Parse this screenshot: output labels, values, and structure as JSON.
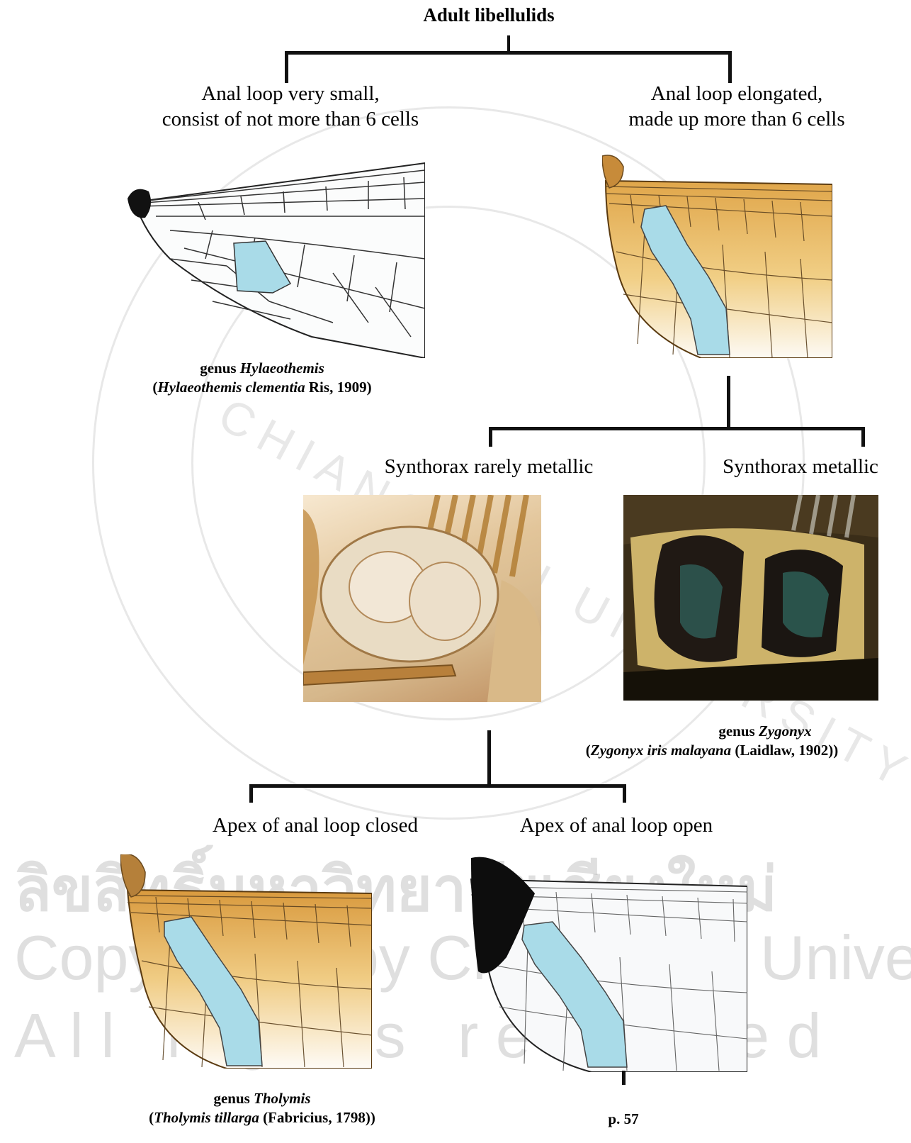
{
  "title": "Adult libellulids",
  "branch1": {
    "left": [
      "Anal loop very small,",
      "consist of not more than 6 cells"
    ],
    "right": [
      "Anal loop elongated,",
      "made up more than 6 cells"
    ]
  },
  "branch2": {
    "left": "Synthorax rarely metallic",
    "right": "Synthorax metallic"
  },
  "branch3": {
    "left": "Apex of anal loop closed",
    "right": "Apex of anal loop open"
  },
  "captions": {
    "hylaeothemis": {
      "line1_prefix": "genus ",
      "line1_genus": "Hylaeothemis",
      "line2_open": "(",
      "line2_species": "Hylaeothemis clementia",
      "line2_author": " Ris, 1909)"
    },
    "zygonyx": {
      "line1_prefix": "genus ",
      "line1_genus": "Zygonyx",
      "line2_open": "(",
      "line2_species": "Zygonyx iris malayana",
      "line2_author": " (Laidlaw, 1902))"
    },
    "tholymis": {
      "line1_prefix": "genus ",
      "line1_genus": "Tholymis",
      "line2_open": "(",
      "line2_species": "Tholymis tillarga",
      "line2_author": " (Fabricius, 1798))"
    },
    "page_ref": "p. 57"
  },
  "watermark": {
    "seal_text_top": "CHIANG MAI UNIVERSITY",
    "thai_line": "ลิขสิทธิ์มหาวิทยาลัยเชียงใหม่",
    "copyright_line": "Copyright© by Chiang Mai University",
    "rights_line": "A l l   r i g h t s   r e s e r v e d"
  },
  "colors": {
    "anal_loop": "#a9dbe8",
    "amber": "#e0a64a",
    "vein": "#2a2a2a",
    "line": "#111111"
  }
}
